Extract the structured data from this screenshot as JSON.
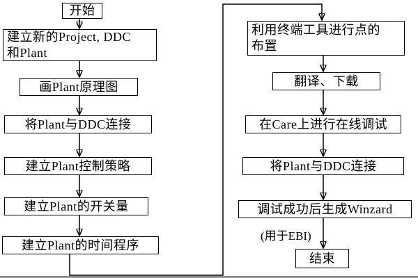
{
  "nodes": {
    "start": {
      "label": "开始"
    },
    "create_project": {
      "label": "建立新的Project, DDC\n和Plant"
    },
    "draw_schematic": {
      "label": "画Plant原理图"
    },
    "connect_plant_ddc": {
      "label": "将Plant与DDC连接"
    },
    "control_strategy": {
      "label": "建立Plant控制策略"
    },
    "switch_points": {
      "label": "建立Plant的开关量"
    },
    "time_program": {
      "label": "建立Plant的时间程序"
    },
    "terminal_layout": {
      "label": "利用终端工具进行点的\n布置"
    },
    "translate_download": {
      "label": "翻译、下载"
    },
    "online_debug": {
      "label": "在Care上进行在线调试"
    },
    "connect_plant_ddc_2": {
      "label": "将Plant与DDC连接"
    },
    "generate_winzard": {
      "label": "调试成功后生成Winzard"
    },
    "end": {
      "label": "结束"
    }
  },
  "annotations": {
    "ebi_note": "(用于EBI)"
  },
  "colors": {
    "box_border": "#000000",
    "box_background": "#ffffff",
    "text": "#000000",
    "connector": "#000000"
  }
}
